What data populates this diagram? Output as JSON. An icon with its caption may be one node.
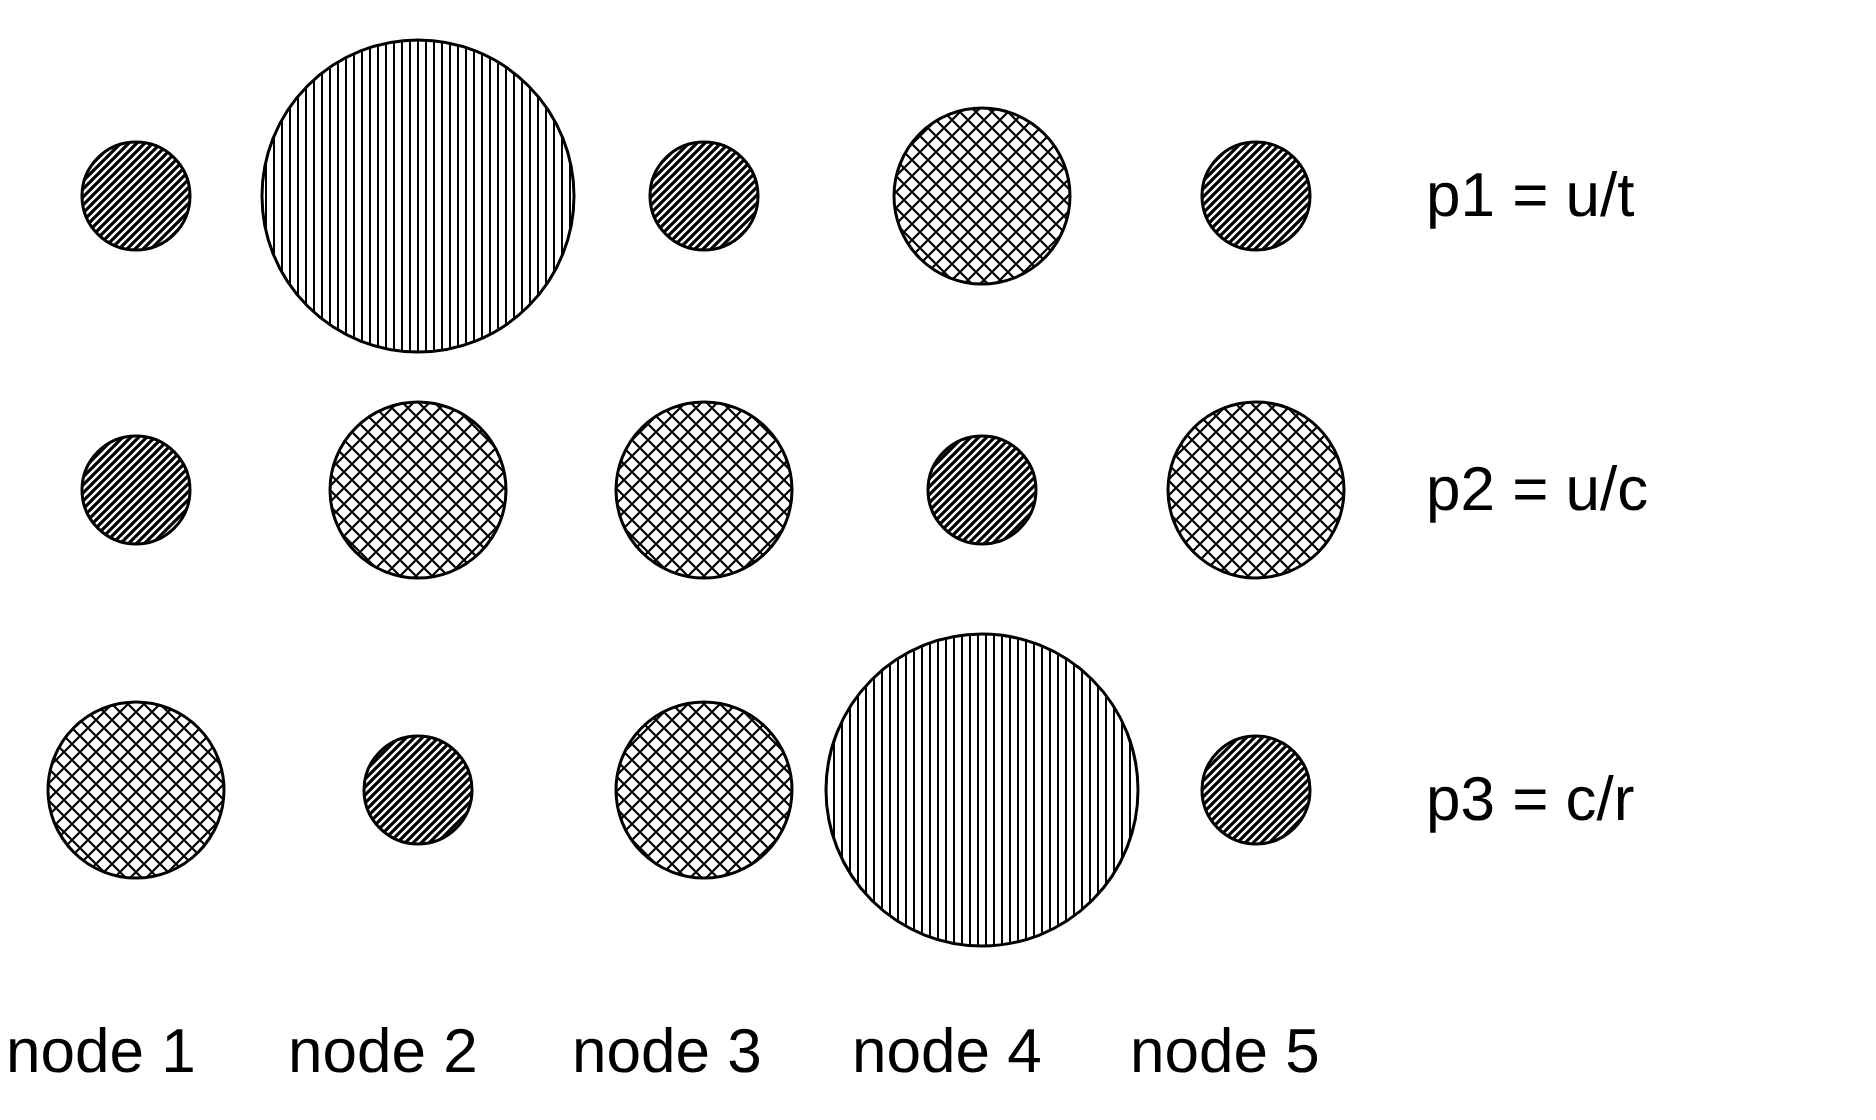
{
  "diagram": {
    "labels": [
      "p1 = u/t",
      "p2 = u/c",
      "p3 = c/r",
      "node 1",
      "node 2",
      "node 3",
      "node 4",
      "node 5"
    ]
  }
}
